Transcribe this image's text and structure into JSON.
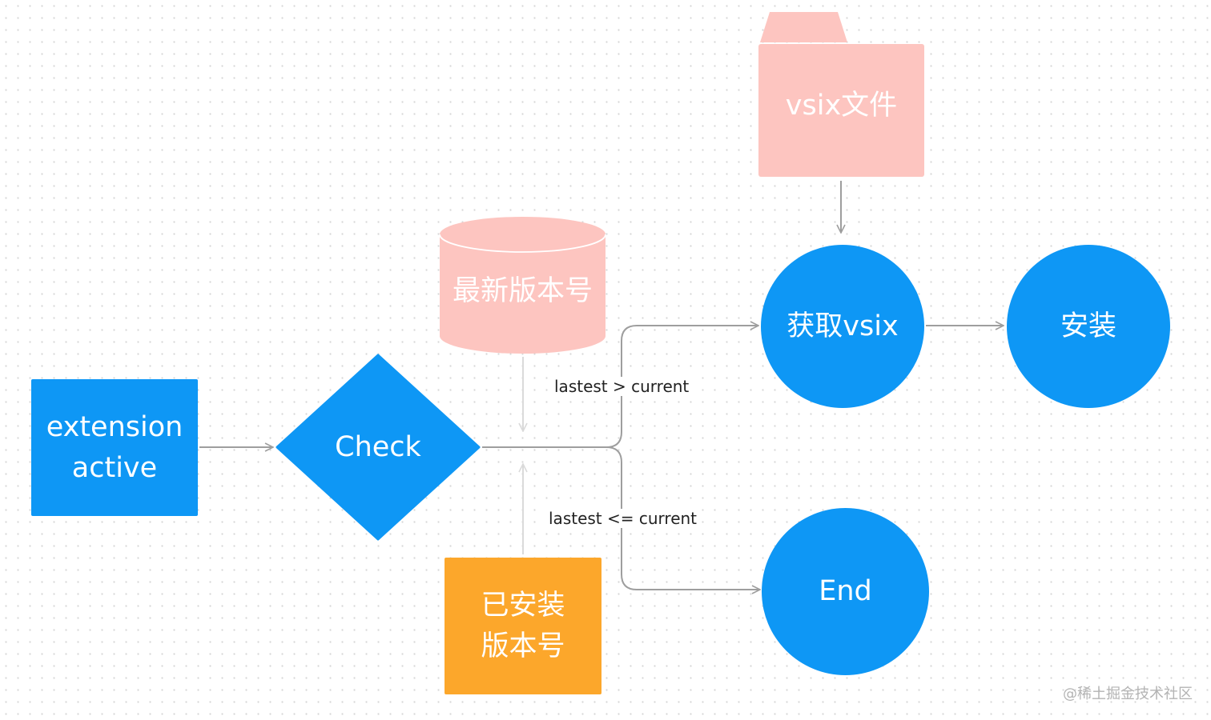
{
  "colors": {
    "primary_blue": "#0e97f5",
    "light_pink": "#fdc5c0",
    "orange": "#fca72b",
    "connector_gray": "#9e9e9e",
    "label_text": "#222222"
  },
  "nodes": {
    "extension": {
      "line1": "extension",
      "line2": "active",
      "shape": "rectangle"
    },
    "check": {
      "label": "Check",
      "shape": "diamond"
    },
    "latest_version": {
      "label": "最新版本号",
      "shape": "cylinder"
    },
    "installed_version": {
      "line1": "已安装",
      "line2": "版本号",
      "shape": "rectangle"
    },
    "vsix_file": {
      "label": "vsix文件",
      "shape": "folder"
    },
    "fetch_vsix": {
      "label": "获取vsix",
      "shape": "circle"
    },
    "install": {
      "label": "安装",
      "shape": "circle"
    },
    "end": {
      "label": "End",
      "shape": "circle"
    }
  },
  "edges": {
    "gt_label": "lastest > current",
    "le_label": "lastest <= current"
  },
  "watermark": "@稀土掘金技术社区"
}
